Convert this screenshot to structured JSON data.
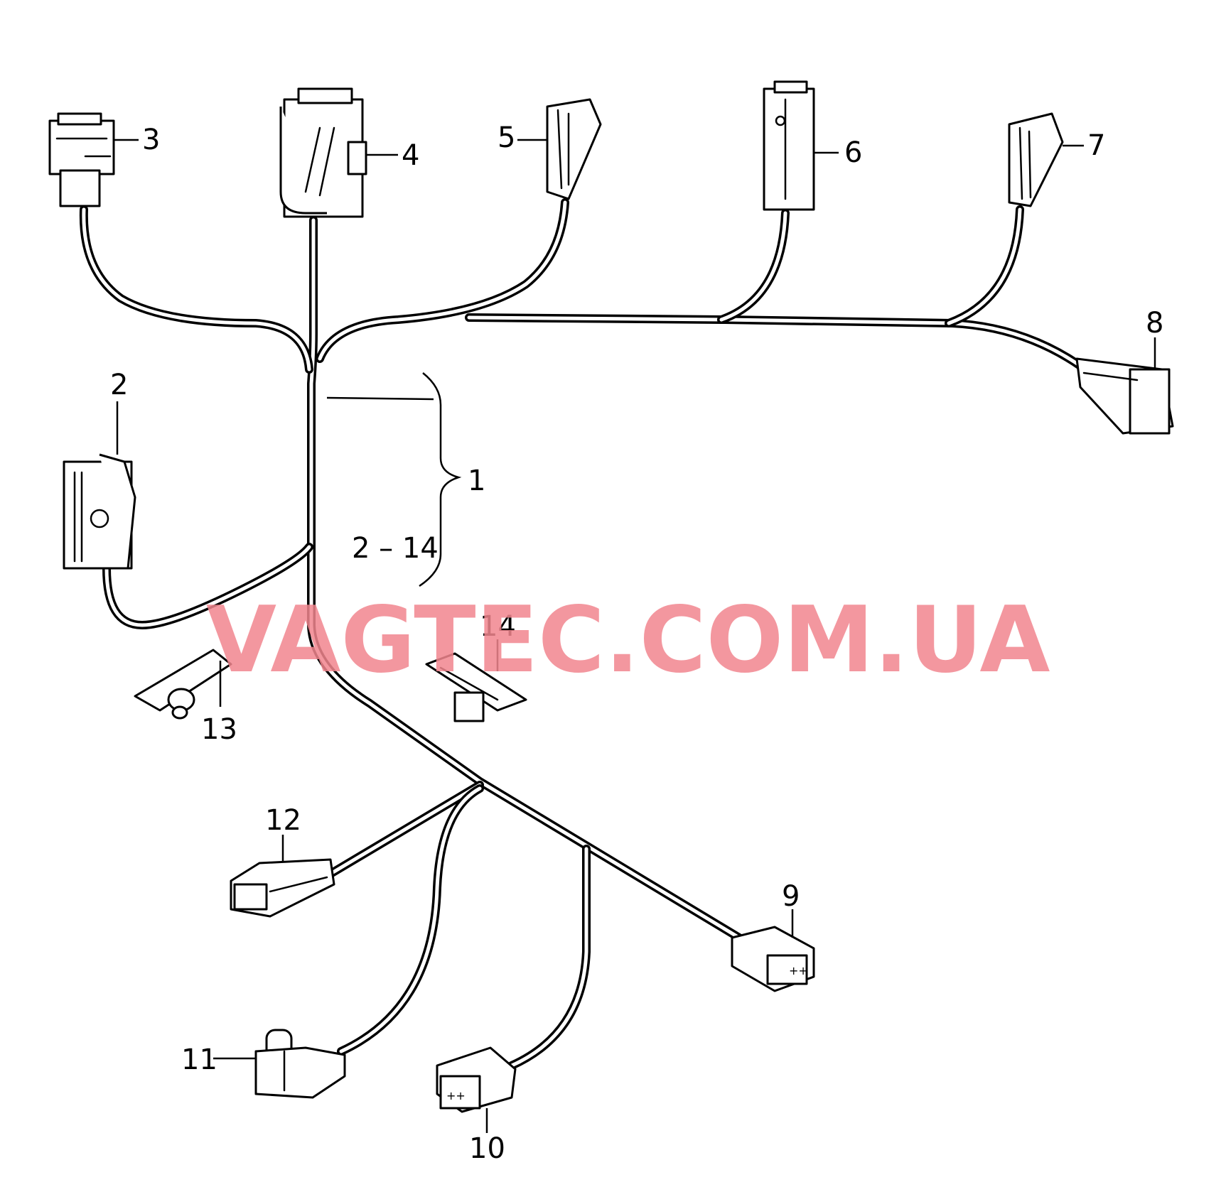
{
  "diagram": {
    "parts": [
      {
        "id": "p1",
        "label": "1"
      },
      {
        "id": "p1-range",
        "label": "2 – 14"
      },
      {
        "id": "p2",
        "label": "2"
      },
      {
        "id": "p3",
        "label": "3"
      },
      {
        "id": "p4",
        "label": "4"
      },
      {
        "id": "p5",
        "label": "5"
      },
      {
        "id": "p6",
        "label": "6"
      },
      {
        "id": "p7",
        "label": "7"
      },
      {
        "id": "p8",
        "label": "8"
      },
      {
        "id": "p9",
        "label": "9"
      },
      {
        "id": "p10",
        "label": "10"
      },
      {
        "id": "p11",
        "label": "11"
      },
      {
        "id": "p12",
        "label": "12"
      },
      {
        "id": "p13",
        "label": "13"
      },
      {
        "id": "p14",
        "label": "14"
      }
    ]
  },
  "watermark": {
    "text": "VAGTEC.COM.UA",
    "color": "#f2868f"
  }
}
